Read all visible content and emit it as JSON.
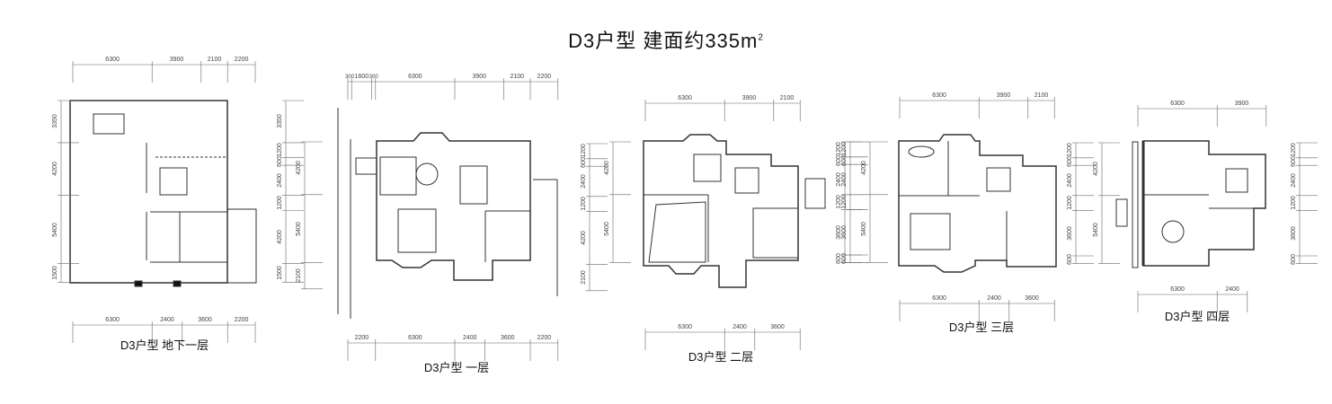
{
  "title": {
    "text": "D3户型  建面约335m",
    "unit_sup": "2"
  },
  "plans": [
    {
      "id": "basement",
      "title": "D3户型  地下一层",
      "top_dims": [
        "6300",
        "3900",
        "2100",
        "2200"
      ],
      "bottom_dims": [
        "6300",
        "2400",
        "3600",
        "2200"
      ],
      "left_dims": [
        "3350",
        "4200",
        "5400",
        "1500"
      ],
      "right_dims_inner": [
        "3350",
        "1200",
        "600",
        "2400",
        "1200",
        "4200",
        "1500"
      ],
      "right_dims_outer": [
        "4200",
        "5400",
        "2100"
      ]
    },
    {
      "id": "floor1",
      "title": "D3户型  一层",
      "top_dims": [
        "300",
        "1600",
        "300",
        "6300",
        "3900",
        "2100",
        "2200"
      ],
      "bottom_dims": [
        "2200",
        "6300",
        "2400",
        "3600",
        "2200"
      ],
      "right_dims_inner": [
        "1200",
        "600",
        "2400",
        "1200",
        "4200",
        "2100"
      ]
    },
    {
      "id": "floor2",
      "title": "D3户型  二层",
      "top_dims": [
        "6300",
        "3900",
        "2100"
      ],
      "bottom_dims": [
        "6300",
        "2400",
        "3600"
      ],
      "left_dims": [
        "4200",
        "5400"
      ],
      "right_dims_inner": [
        "1200",
        "600",
        "2400",
        "1200",
        "3600",
        "600"
      ]
    },
    {
      "id": "floor3",
      "title": "D3户型  三层",
      "top_dims": [
        "6300",
        "3900",
        "2100"
      ],
      "bottom_dims": [
        "6300",
        "2400",
        "3600"
      ],
      "left_dims_outer": [
        "1200",
        "600",
        "2400",
        "1200",
        "3600",
        "600"
      ],
      "left_dims": [
        "4200",
        "5400"
      ]
    },
    {
      "id": "floor4",
      "title": "D3户型  四层",
      "top_dims": [
        "6300",
        "3900"
      ],
      "bottom_dims": [
        "6300",
        "2400"
      ],
      "left_dims_outer": [
        "1200",
        "600",
        "2400",
        "1200",
        "3600",
        "600"
      ],
      "left_dims": [
        "4200",
        "5400"
      ],
      "right_dims_inner": [
        "1200",
        "600",
        "2400",
        "1200",
        "3600",
        "600"
      ]
    }
  ]
}
